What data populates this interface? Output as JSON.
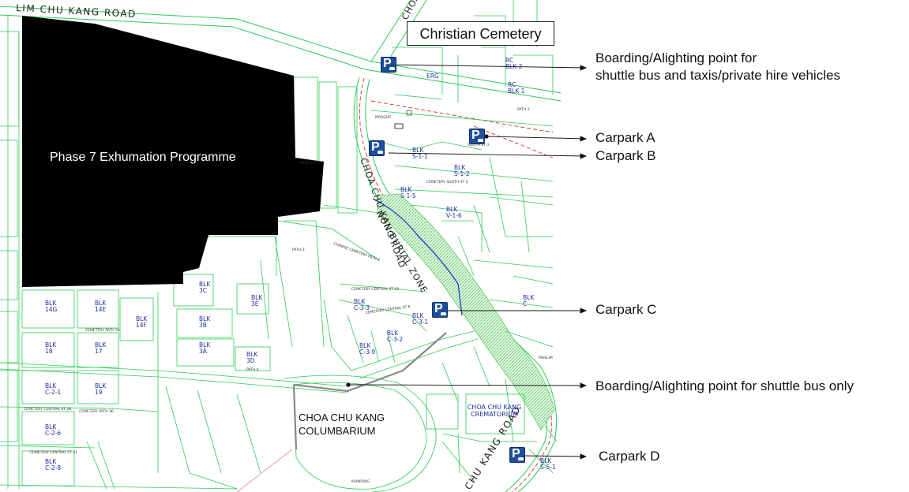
{
  "map": {
    "main_title": "Christian Cemetery",
    "exhumation_area": "Phase 7 Exhumation Programme",
    "columbarium": "CHOA CHU KANG COLUMBARIUM",
    "crematorium": "CHOA CHU KANG CREMATORIUM",
    "roads": {
      "lim_chu_kang": "LIM CHU KANG ROAD",
      "choa_chu_kang_top": "CHOA CHU KANG ROAD",
      "choa_chu_kang_mid": "CHOA CHU KANG ROAD",
      "choa_chu_kang_bottom": "CHU KANG ROAD",
      "non_burial_zone": "NON BURIAL ZONE"
    },
    "blocks": [
      {
        "label": "BLK 14G"
      },
      {
        "label": "BLK 14E"
      },
      {
        "label": "BLK 14F"
      },
      {
        "label": "BLK 18"
      },
      {
        "label": "BLK 17"
      },
      {
        "label": "BLK C-2-1"
      },
      {
        "label": "BLK 19"
      },
      {
        "label": "BLK C-2-6"
      },
      {
        "label": "BLK C-2-8"
      },
      {
        "label": "BLK 3C"
      },
      {
        "label": "BLK 3E"
      },
      {
        "label": "BLK 3B"
      },
      {
        "label": "BLK 3A"
      },
      {
        "label": "BLK 3D"
      },
      {
        "label": "BLK C-3-3"
      },
      {
        "label": "BLK C-3-1"
      },
      {
        "label": "BLK C-3-2"
      },
      {
        "label": "BLK C-3-9"
      },
      {
        "label": "BLK S-1-1"
      },
      {
        "label": "BLK S-1-2"
      },
      {
        "label": "BLK S-1-5"
      },
      {
        "label": "BLK V-1-6"
      },
      {
        "label": "BLK C"
      },
      {
        "label": "RC BLK 2"
      },
      {
        "label": "RC BLK 1"
      },
      {
        "label": "BLK S-5-1"
      },
      {
        "label": "ERG"
      }
    ],
    "minor_labels": [
      "MOSQUE",
      "PATH 2",
      "PATH 3",
      "PATH 4",
      "PATH 10",
      "CEMETERY CENTRAL ST 10",
      "CEMETERY PATH 34",
      "CEMETERY CENTRAL ST 28",
      "CEMETERY PATH 36",
      "CEMETERY CENTRAL ST 31",
      "CEMETERY CENTRAL ST 6",
      "SOUTH ST 3",
      "CEMETERY SOUTH ST 2",
      "CHINESE CEMETERY PATH 4",
      "MUSLIM",
      "KAMPONG"
    ]
  },
  "callouts": [
    {
      "id": "boarding-taxi",
      "lines": [
        "Boarding/Alighting point for",
        "shuttle bus and taxis/private hire vehicles"
      ]
    },
    {
      "id": "carpark-a",
      "lines": [
        "Carpark A"
      ]
    },
    {
      "id": "carpark-b",
      "lines": [
        "Carpark B"
      ]
    },
    {
      "id": "carpark-c",
      "lines": [
        "Carpark C"
      ]
    },
    {
      "id": "boarding-shuttle",
      "lines": [
        "Boarding/Alighting point for shuttle bus only"
      ]
    },
    {
      "id": "carpark-d",
      "lines": [
        "Carpark D"
      ]
    }
  ],
  "parking_marker": {
    "letter": "P",
    "icon": "parking-icon"
  },
  "colors": {
    "map_lines": "#2ecc55",
    "exhumation_fill": "#000000",
    "route_line": "#1f3fd0",
    "boundary_dash": "#d33030",
    "green_zone": "#5ecf68",
    "parking_bg": "#1d4e9b",
    "block_label": "#1f2fa0"
  }
}
